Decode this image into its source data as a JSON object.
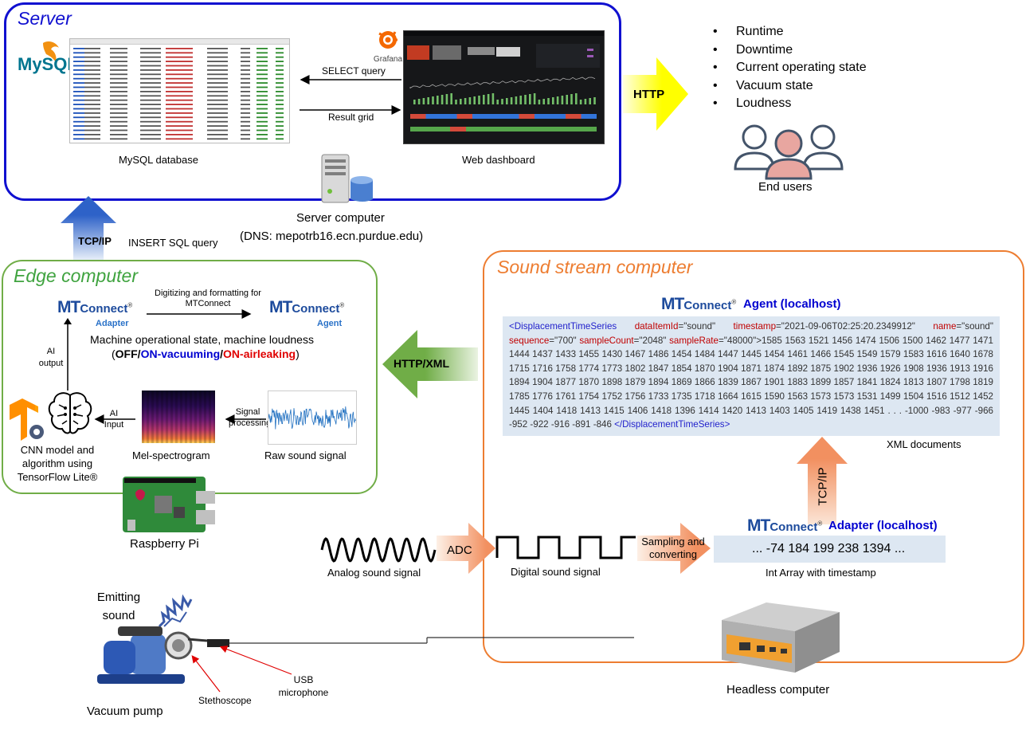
{
  "server": {
    "title": "Server",
    "mysql_logo": "MySQL",
    "mysql_label": "MySQL database",
    "grafana_logo": "Grafana",
    "dashboard_label": "Web dashboard",
    "select_query": "SELECT query",
    "result_grid": "Result grid",
    "computer_label": "Server computer",
    "dns": "(DNS: mepotrb16.ecn.purdue.edu)"
  },
  "http_arrow": "HTTP",
  "end_users": {
    "items": [
      "Runtime",
      "Downtime",
      "Current operating state",
      "Vacuum state",
      "Loudness"
    ],
    "label": "End users"
  },
  "tcpip_up": "TCP/IP",
  "insert_sql": "INSERT SQL query",
  "edge": {
    "title": "Edge computer",
    "digitizing": "Digitizing and formatting for MTConnect",
    "adapter_sub": "Adapter",
    "agent_sub": "Agent",
    "machine_state": "Machine operational state, machine loudness",
    "state_open": "(",
    "state_off": "OFF",
    "state_sep1": "/",
    "state_vac": "ON-vacuuming",
    "state_sep2": "/",
    "state_air": "ON-airleaking",
    "state_close": ")",
    "ai_output": "AI output",
    "ai_input": "AI Input",
    "signal_processing": "Signal processing",
    "cnn_label": "CNN model and algorithm using TensorFlow Lite®",
    "mel_label": "Mel-spectrogram",
    "raw_label": "Raw sound signal"
  },
  "raspberry_label": "Raspberry Pi",
  "http_xml": "HTTP/XML",
  "sound": {
    "title": "Sound stream computer",
    "agent_label": "Agent (localhost)",
    "xml_p1_open": "<DisplacementTimeSeries ",
    "xml_attr1": "dataItemId",
    "xml_val1": "=\"sound\" ",
    "xml_attr2": "timestamp",
    "xml_val2": "=\"2021-09-06T02:25:20.2349912\" ",
    "xml_attr3": "name",
    "xml_val3": "=\"sound\"",
    "xml_attr4": "sequence",
    "xml_val4": "=\"700\" ",
    "xml_attr5": "sampleCount",
    "xml_val5": "=\"2048\" ",
    "xml_attr6": "sampleRate",
    "xml_val6": "=\"48000\">",
    "xml_numbers": "1585 1563 1521 1456 1474 1506 1500 1462 1477 1471 1444 1437 1433 1455 1430 1467 1486 1454 1484 1447 1445 1454 1461 1466 1545 1549 1579 1583 1616 1640 1678 1715 1716 1758 1774 1773 1802 1847 1854 1870 1904 1871 1874 1892 1875 1902 1936 1926 1908 1936 1913 1916 1894 1904 1877 1870 1898 1879 1894 1869 1866 1839 1867 1901 1883 1899 1857 1841 1824 1813 1807 1798 1819 1785 1776 1761 1754 1752 1756 1733 1735 1718 1664 1615 1590 1563 1573 1573 1531 1499 1504 1516 1512 1452 1445 1404 1418 1413 1415 1406 1418 1396 1414 1420 1413 1403 1405 1419 1438 1451 . . . -1000 -983 -977 -966 -952 -922 -916 -891 -846 ",
    "xml_close": "</DisplacementTimeSeries>",
    "xml_docs": "XML documents",
    "tcpip": "TCP/IP",
    "adapter_label": "Adapter (localhost)",
    "int_array": "... -74 184 199 238 1394 ...",
    "int_array_label": "Int Array with timestamp",
    "sampling": "Sampling and converting",
    "digital_label": "Digital sound signal"
  },
  "adc": "ADC",
  "analog_label": "Analog sound signal",
  "emitting": "Emitting sound",
  "vacuum_label": "Vacuum pump",
  "stethoscope": "Stethoscope",
  "usb_mic": "USB microphone",
  "headless": "Headless computer",
  "mtconnect": {
    "mt": "MT",
    "connect": "Connect"
  },
  "colors": {
    "server_border": "#1010d0",
    "edge_border": "#70ad47",
    "sound_border": "#ed7d31",
    "edge_title": "#3fa33f",
    "sound_title": "#ed7d31",
    "off": "#000000",
    "vacuuming": "#0000d0",
    "airleaking": "#e00000",
    "xml_bg": "#dde7f2",
    "int_bg": "#dde7f2",
    "http_arrow": "#ffff00",
    "xml_arrow": "#70ad47",
    "tcp_up_arrow": "#2e62c8",
    "tcp_orange_arrow": "#f29060"
  }
}
